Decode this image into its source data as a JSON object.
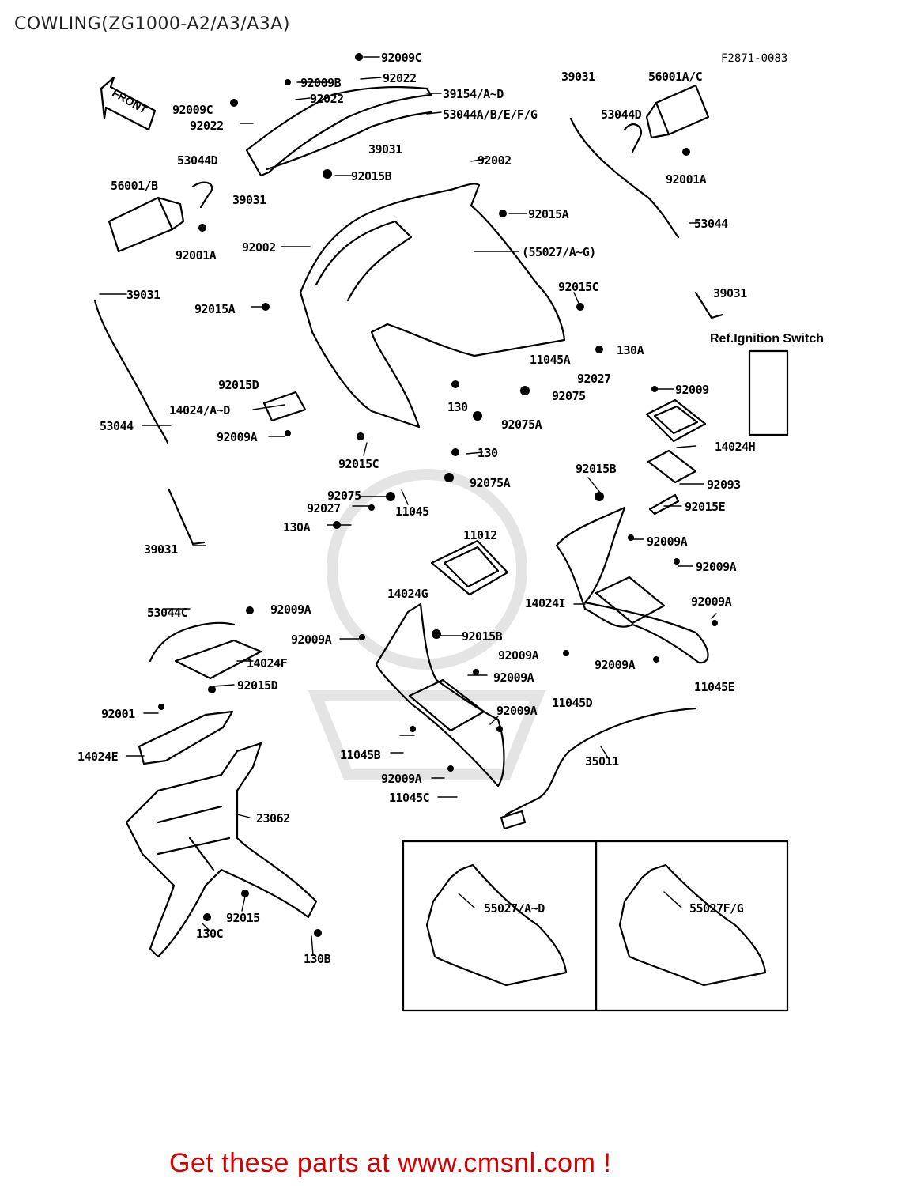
{
  "title": "COWLING(ZG1000-A2/A3/A3A)",
  "figure_code": "F2871-0083",
  "front_label": "FRONT",
  "ref_note": "Ref.Ignition Switch",
  "banner": "Get these parts at www.cmsnl.com !",
  "labels": [
    "92009C",
    "92009B",
    "92022",
    "92022",
    "39154/A~D",
    "92009C",
    "92022",
    "53044A/B/E/F/G",
    "39031",
    "92015B",
    "53044D",
    "56001/B",
    "39031",
    "92001A",
    "92002",
    "92015A",
    "(55027/A~G)",
    "92002",
    "92015C",
    "92015A",
    "39031",
    "39031",
    "56001A/C",
    "53044D",
    "92001A",
    "53044",
    "39031",
    "130A",
    "11045A",
    "92027",
    "92075",
    "130",
    "92075A",
    "92015D",
    "14024/A~D",
    "92009A",
    "53044",
    "92015C",
    "130",
    "92075A",
    "92075",
    "92027",
    "11045",
    "130A",
    "39031",
    "92009",
    "14024H",
    "92093",
    "92015E",
    "92015B",
    "92009A",
    "92009A",
    "11012",
    "14024G",
    "14024I",
    "92009A",
    "92015B",
    "92009A",
    "92009A",
    "92009A",
    "11045E",
    "11045D",
    "53044C",
    "92009A",
    "14024F",
    "92015D",
    "92001",
    "14024E",
    "92009A",
    "92009A",
    "11045B",
    "35011",
    "92009A",
    "11045C",
    "23062",
    "92015",
    "130C",
    "130B",
    "55027/A~D",
    "55027F/G"
  ]
}
